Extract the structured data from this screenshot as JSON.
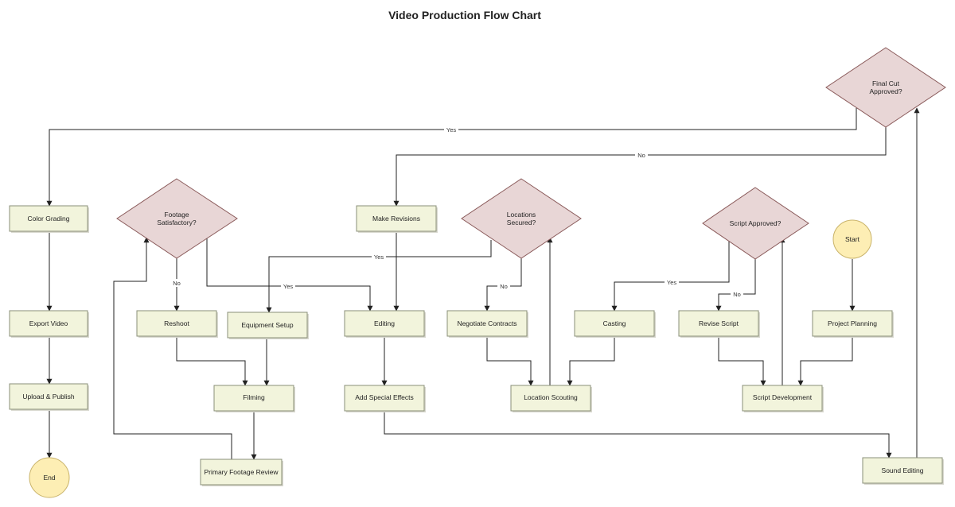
{
  "title": "Video Production Flow Chart",
  "nodes": {
    "start": "Start",
    "end": "End",
    "project_planning": "Project Planning",
    "script_development": "Script Development",
    "script_approved": "Script Approved?",
    "revise_script": "Revise Script",
    "casting": "Casting",
    "location_scouting": "Location Scouting",
    "locations_secured": [
      "Locations",
      "Secured?"
    ],
    "negotiate_contracts": "Negotiate Contracts",
    "equipment_setup": "Equipment Setup",
    "filming": "Filming",
    "primary_footage_review": "Primary Footage Review",
    "footage_satisfactory": [
      "Footage",
      "Satisfactory?"
    ],
    "reshoot": "Reshoot",
    "editing": "Editing",
    "add_special_effects": "Add Special Effects",
    "sound_editing": "Sound Editing",
    "final_cut_approved": [
      "Final Cut",
      "Approved?"
    ],
    "make_revisions": "Make Revisions",
    "color_grading": "Color Grading",
    "export_video": "Export Video",
    "upload_publish": "Upload & Publish"
  },
  "edge_labels": {
    "final_yes": "Yes",
    "final_no": "No",
    "locations_yes": "Yes",
    "locations_no": "No",
    "footage_no": "No",
    "footage_yes": "Yes",
    "script_yes": "Yes",
    "script_no": "No"
  },
  "colors": {
    "process_fill": "#f2f4dc",
    "decision_fill": "#e8d6d6",
    "terminal_fill": "#fdeeb4"
  }
}
